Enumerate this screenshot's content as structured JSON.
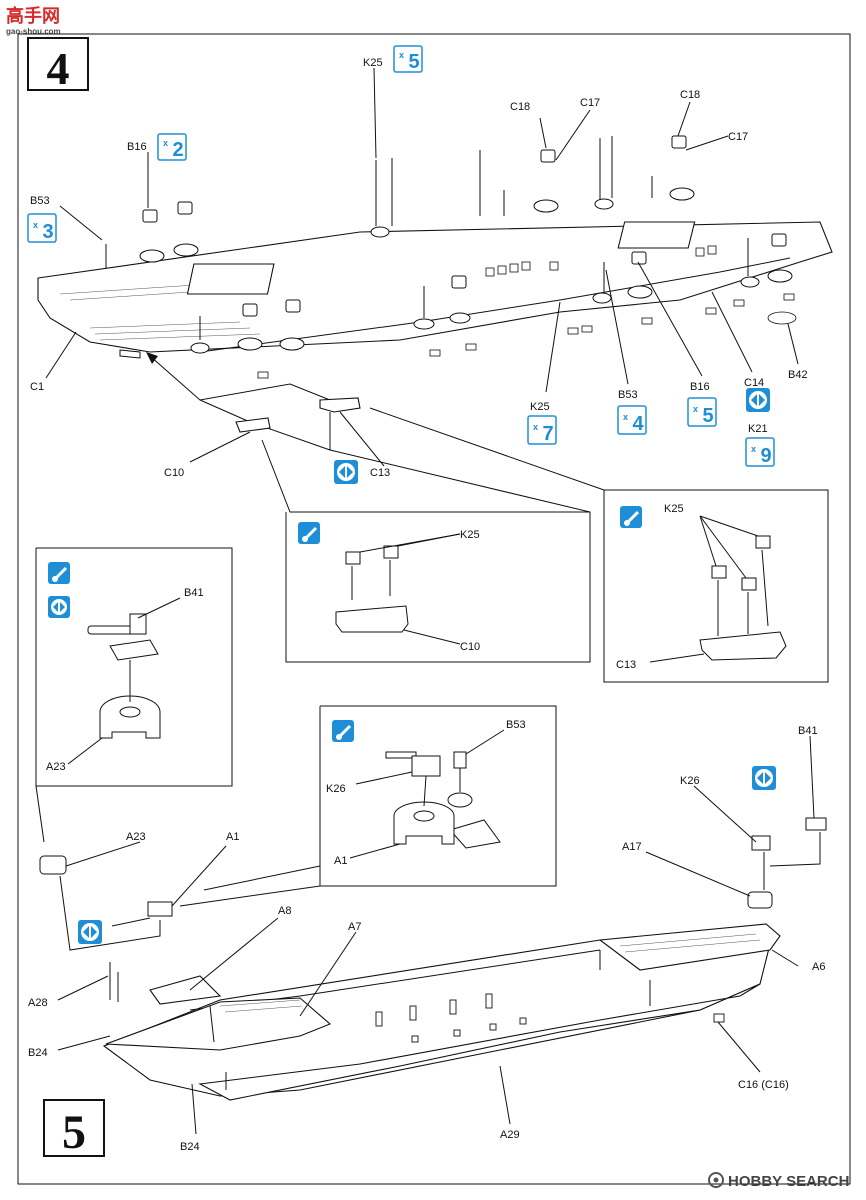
{
  "watermark_top": {
    "brand": "高手网",
    "site": "gao-shou.com"
  },
  "watermark_bottom": {
    "brand": "HOBBY SEARCH"
  },
  "steps": {
    "step4": "4",
    "step5": "5"
  },
  "icons": {
    "glue": "glue-icon",
    "either_side": "either-side-icon",
    "brand_logo": "hobbysearch-logo-icon"
  },
  "colors": {
    "callout_blue": "#1e8fd6",
    "line": "#111111",
    "watermark_red": "#d62b2b"
  },
  "labels": {
    "k25_top": "K25",
    "c18_a": "C18",
    "c17_a": "C17",
    "c18_b": "C18",
    "c17_b": "C17",
    "b16_a": "B16",
    "b53_a": "B53",
    "c1": "C1",
    "k25_mid": "K25",
    "b53_mid": "B53",
    "b16_b": "B16",
    "c14": "C14",
    "k21": "K21",
    "b42": "B42",
    "c10": "C10",
    "c13": "C13",
    "k25_box1": "K25",
    "c10_box": "C10",
    "k25_box2": "K25",
    "c13_box": "C13",
    "b41_box": "B41",
    "a23_box": "A23",
    "b53_box": "B53",
    "k26_box": "K26",
    "a1_box": "A1",
    "b41": "B41",
    "k26": "K26",
    "a17": "A17",
    "a23": "A23",
    "a1": "A1",
    "a8": "A8",
    "a7": "A7",
    "a6": "A6",
    "a28": "A28",
    "b24_a": "B24",
    "b24_b": "B24",
    "c16": "C16 (C16)",
    "a29": "A29"
  },
  "quantities": {
    "k25_top": "5",
    "b16_a": "2",
    "b53_a": "3",
    "k25_mid": "7",
    "b53_mid": "4",
    "b16_b": "5",
    "k21": "9"
  },
  "x_mark": "x"
}
